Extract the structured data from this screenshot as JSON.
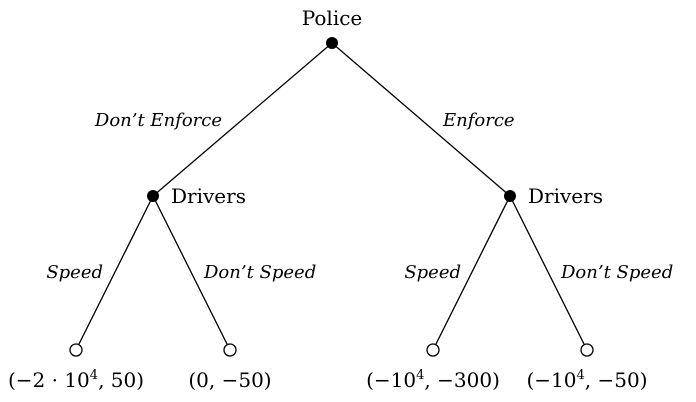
{
  "tree": {
    "root": {
      "player": "Police"
    },
    "actions": {
      "dont_enforce": "Don’t Enforce",
      "enforce": "Enforce",
      "speed": "Speed",
      "dont_speed": "Don’t Speed"
    },
    "subgames": [
      {
        "player": "Drivers"
      },
      {
        "player": "Drivers"
      }
    ],
    "payoffs": [
      {
        "pre": "(−2 · 10",
        "exp": "4",
        "post": ", 50)"
      },
      {
        "pre": "(0, −50)",
        "exp": "",
        "post": ""
      },
      {
        "pre": "(−10",
        "exp": "4",
        "post": ", −300)"
      },
      {
        "pre": "(−10",
        "exp": "4",
        "post": ", −50)"
      }
    ]
  }
}
